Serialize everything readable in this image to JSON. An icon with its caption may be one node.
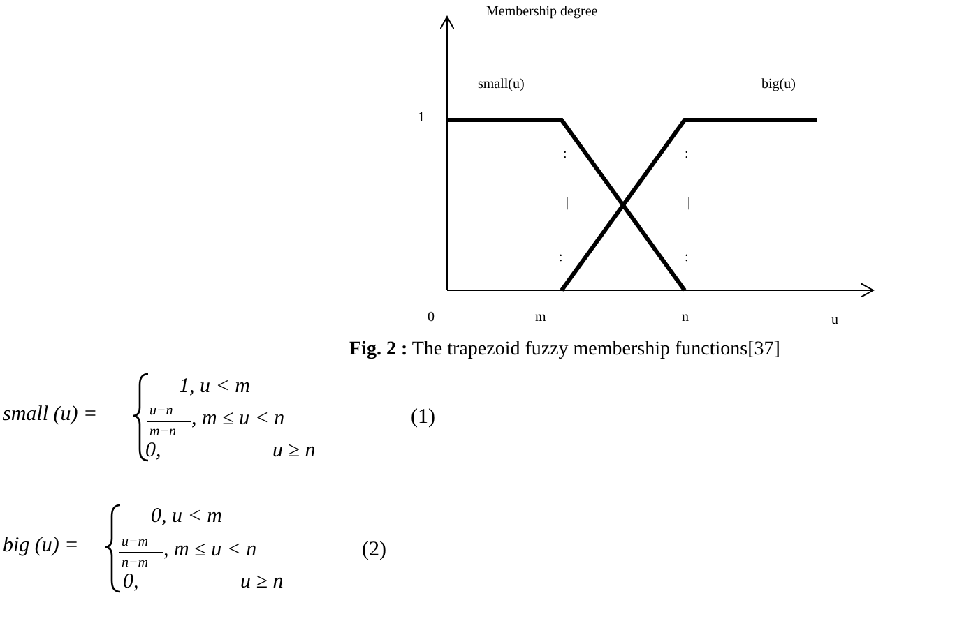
{
  "diagram": {
    "caption": "**Fig. 2 :** The trapezoid fuzzy membership functions[37]",
    "labels": [
      "Membership degree",
      "small(u)",
      "big(u)",
      "1",
      ":",
      ":",
      "|",
      "|",
      ":",
      ":",
      "0",
      "m",
      "n",
      "u",
      "small (u) =",
      "1, u < m",
      "u−n",
      "m−n",
      ", m ≤ u < n",
      "0,",
      "u ≥ n",
      "(1)",
      "big (u) =",
      "0, u < m",
      "u−m",
      "n−m",
      ", m ≤ u < n",
      "0,",
      "u ≥ n",
      "(2)"
    ]
  }
}
